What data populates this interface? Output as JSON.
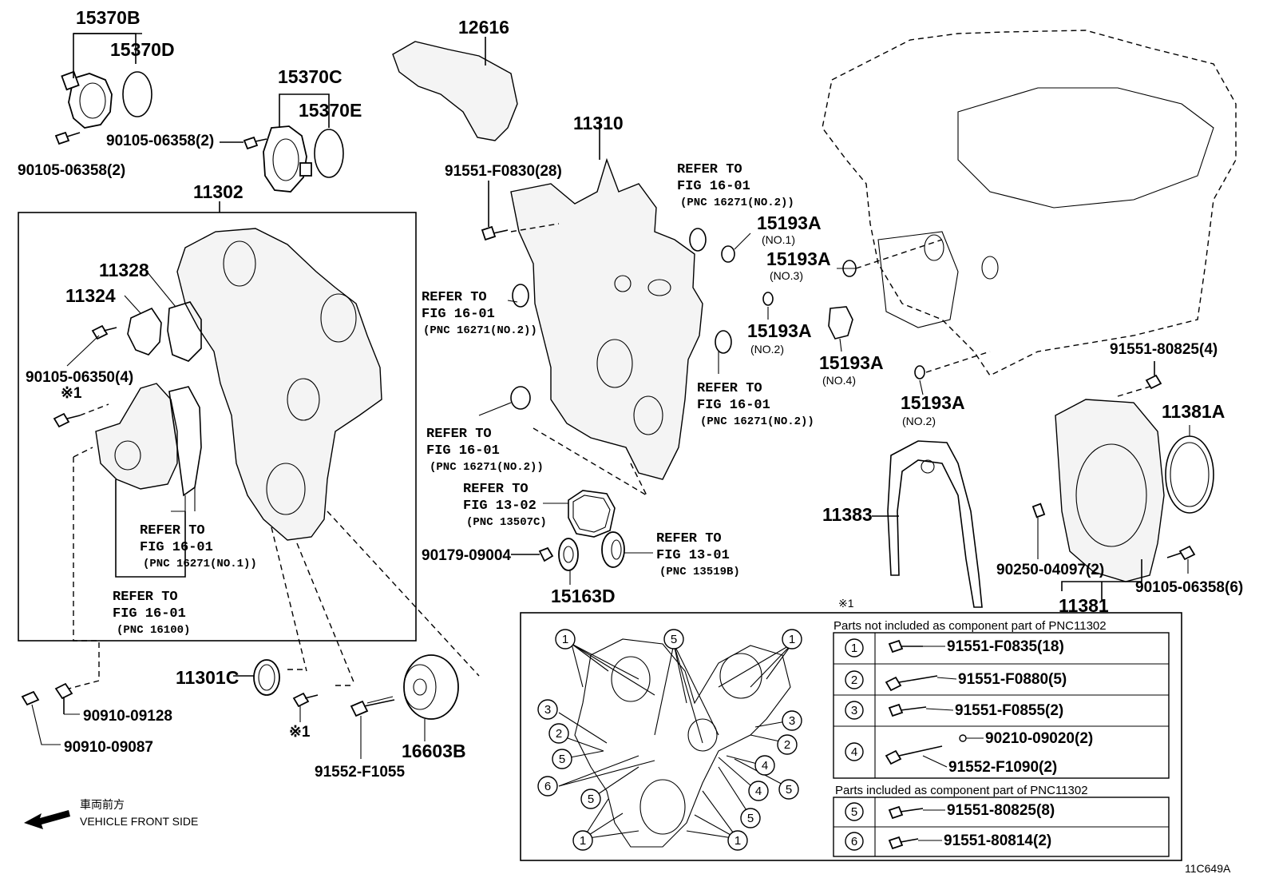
{
  "labels": {
    "p15370B": "15370B",
    "p15370D": "15370D",
    "p15370C": "15370C",
    "p15370E": "15370E",
    "p12616": "12616",
    "p11310": "11310",
    "p11302": "11302",
    "p11328": "11328",
    "p11324": "11324",
    "b90105_06358_a": "90105-06358(2)",
    "b90105_06358_b": "90105-06358(2)",
    "b90105_06350": "90105-06350(4)",
    "b91551_F0830": "91551-F0830(28)",
    "b91551_80825_4": "91551-80825(4)",
    "p15193A_1": "15193A",
    "p15193A_1n": "(NO.1)",
    "p15193A_3": "15193A",
    "p15193A_3n": "(NO.3)",
    "p15193A_2a": "15193A",
    "p15193A_2an": "(NO.2)",
    "p15193A_4": "15193A",
    "p15193A_4n": "(NO.4)",
    "p15193A_2b": "15193A",
    "p15193A_2bn": "(NO.2)",
    "p11381A": "11381A",
    "p11383": "11383",
    "p11381": "11381",
    "b90250_04097": "90250-04097(2)",
    "b90105_06358_6": "90105-06358(6)",
    "p11301C": "11301C",
    "p16603B": "16603B",
    "b91552_F1055": "91552-F1055",
    "b90910_09128": "90910-09128",
    "b90910_09087": "90910-09087",
    "b90179_09004": "90179-09004",
    "p15163D": "15163D",
    "mark1a": "※1",
    "mark1b": "※1",
    "mark1c": "※1",
    "diagram_code": "11C649A"
  },
  "refs": [
    {
      "l1": "REFER TO",
      "l2": "FIG 16-01",
      "l3": "(PNC 16271(NO.2))"
    },
    {
      "l1": "REFER TO",
      "l2": "FIG 16-01",
      "l3": "(PNC 16271(NO.2))"
    },
    {
      "l1": "REFER TO",
      "l2": "FIG 16-01",
      "l3": "(PNC 16271(NO.2))"
    },
    {
      "l1": "REFER TO",
      "l2": "FIG 16-01",
      "l3": "(PNC 16271(NO.2))"
    },
    {
      "l1": "REFER TO",
      "l2": "FIG 13-02",
      "l3": "(PNC 13507C)"
    },
    {
      "l1": "REFER TO",
      "l2": "FIG 13-01",
      "l3": "(PNC 13519B)"
    },
    {
      "l1": "REFER TO",
      "l2": "FIG 16-01",
      "l3": "(PNC 16271(NO.1))"
    },
    {
      "l1": "REFER TO",
      "l2": "FIG 16-01",
      "l3": "(PNC 16100)"
    }
  ],
  "direction": {
    "jp": "車両前方",
    "en": "VEHICLE FRONT SIDE"
  },
  "inset": {
    "not_included_title": "Parts not included as component part of PNC11302",
    "included_title": "Parts included as component part of PNC11302",
    "rows": [
      {
        "num": "1",
        "part": "91551-F0835(18)"
      },
      {
        "num": "2",
        "part": "91551-F0880(5)"
      },
      {
        "num": "3",
        "part": "91551-F0855(2)"
      },
      {
        "num": "4",
        "part": "91552-F1090(2)",
        "part2": "90210-09020(2)"
      },
      {
        "num": "5",
        "part": "91551-80825(8)"
      },
      {
        "num": "6",
        "part": "91551-80814(2)"
      }
    ],
    "callouts": [
      "1",
      "5",
      "1",
      "3",
      "2",
      "5",
      "6",
      "5",
      "1",
      "3",
      "2",
      "4",
      "4",
      "5",
      "5",
      "1",
      "1"
    ]
  }
}
